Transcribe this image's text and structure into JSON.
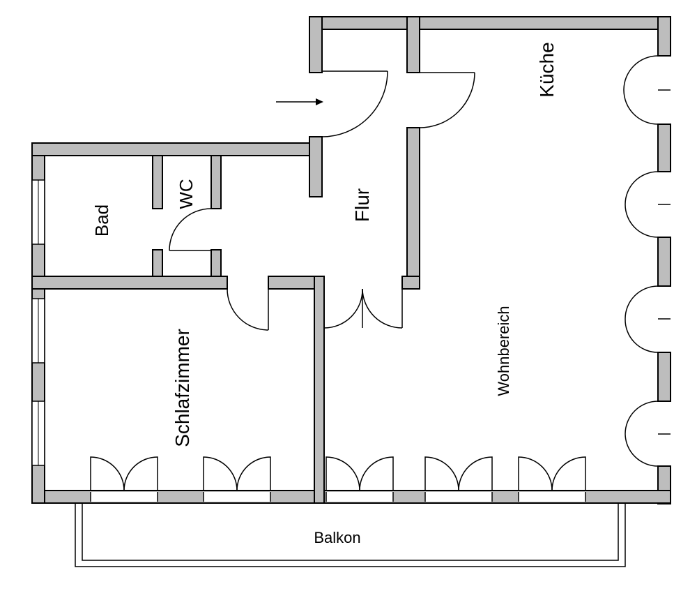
{
  "rooms": {
    "kueche": "Küche",
    "flur": "Flur",
    "bad": "Bad",
    "wc": "WC",
    "schlafzimmer": "Schlafzimmer",
    "wohnbereich": "Wohnbereich",
    "balkon": "Balkon"
  },
  "colors": {
    "wall_fill": "#bdbdbd",
    "line": "#000000",
    "background": "#ffffff"
  },
  "icons": {
    "entrance": "arrow-right-icon"
  }
}
